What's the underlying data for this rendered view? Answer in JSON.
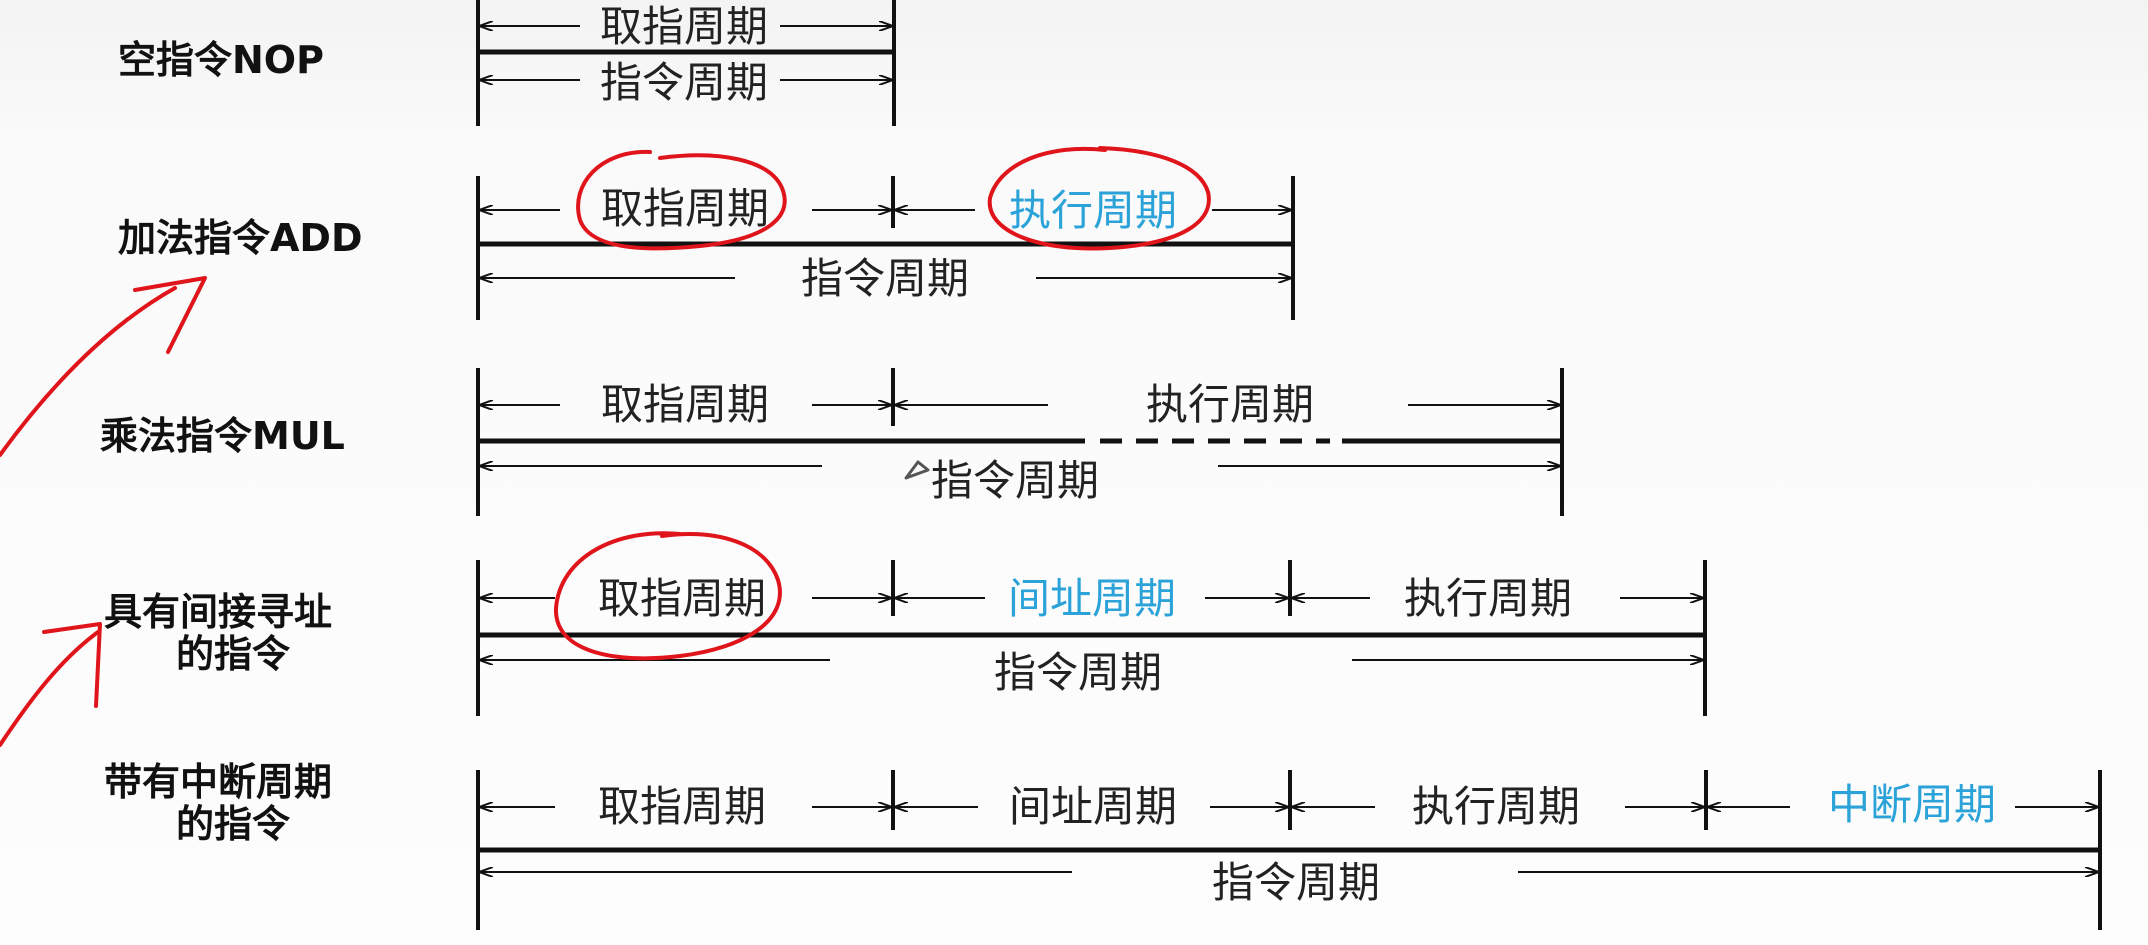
{
  "rows": [
    {
      "label": "空指令NOP",
      "segments": [
        {
          "label": "取指周期",
          "highlight": false
        }
      ],
      "total_label": "指令周期"
    },
    {
      "label": "加法指令ADD",
      "segments": [
        {
          "label": "取指周期",
          "highlight": false
        },
        {
          "label": "执行周期",
          "highlight": true
        }
      ],
      "total_label": "指令周期"
    },
    {
      "label": "乘法指令MUL",
      "segments": [
        {
          "label": "取指周期",
          "highlight": false
        },
        {
          "label": "执行周期",
          "highlight": false
        }
      ],
      "total_label": "指令周期"
    },
    {
      "label_line1": "具有间接寻址",
      "label_line2": "的指令",
      "segments": [
        {
          "label": "取指周期",
          "highlight": false
        },
        {
          "label": "间址周期",
          "highlight": true
        },
        {
          "label": "执行周期",
          "highlight": false
        }
      ],
      "total_label": "指令周期"
    },
    {
      "label_line1": "带有中断周期",
      "label_line2": "的指令",
      "segments": [
        {
          "label": "取指周期",
          "highlight": false
        },
        {
          "label": "间址周期",
          "highlight": false
        },
        {
          "label": "执行周期",
          "highlight": false
        },
        {
          "label": "中断周期",
          "highlight": true
        }
      ],
      "total_label": "指令周期"
    }
  ],
  "colors": {
    "line": "#111111",
    "highlight_text": "#2ba3d9",
    "annotation": "#e0141b"
  }
}
